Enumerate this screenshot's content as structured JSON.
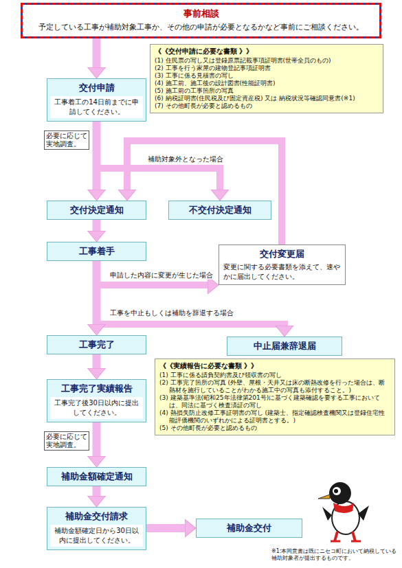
{
  "diagram": {
    "nodes": [
      {
        "text": [
          "事前相談",
          "予定している工事が補助対象工事か、その他の申請が必要となるかなど事前にご相談ください。"
        ]
      },
      {
        "text": [
          "交付申請",
          "工事着工の14日前までに申請してください。"
        ]
      },
      {
        "text": [
          "《《交付申請に必要な書類 》》",
          "(1) 住民票の写し又は登録原票記載事項証明書(世帯全員のもの)",
          "(2) 工事を行う家屋の建物登記事項証明書",
          "(3) 工事に係る見積書の写し",
          "(4) 施工前、施工後の設計図書(性能証明書)",
          "(5) 施工前の工事箇所の写真",
          "(6) 納税証明書(住民税及び固定資産税) 又は 納税状況等確認同意書(※1)",
          "(7) その他町長が必要と認めるもの"
        ]
      },
      {
        "text": [
          "交付決定通知"
        ]
      },
      {
        "text": [
          "不交付決定通知"
        ]
      },
      {
        "text": [
          "工事着手"
        ]
      },
      {
        "text": [
          "交付変更届",
          "変更に関する必要書類を添えて、速やかに届出してください。"
        ]
      },
      {
        "text": [
          "工事完了"
        ]
      },
      {
        "text": [
          "中止届兼辞退届"
        ]
      },
      {
        "text": [
          "工事完了実績報告",
          "工事完了後30日以内に提出してください。"
        ]
      },
      {
        "text": [
          "《《実績報告に必要な書類 》》",
          "(1) 工事に係る請負契約書及び領収書の写し",
          "(2) 工事完了箇所の写真 (外壁、屋根・天井又は床の断熱改修を行った場合は、断熱材を施行していることがわかる施工中の写真も添付すること。)",
          "(3) 建築基準法(昭和25年法律第201号)に基づく建築確認を要する工事においては、同法に基づく検査済証の写し",
          "(4) 熱損失防止改修工事証明書の写し (建築士、指定確認検査機関又は登録住宅性能評価機関のいずれかによる証明書とする。)",
          "(5) その他町長が必要と認めるもの"
        ]
      },
      {
        "text": [
          "補助金額確定通知"
        ]
      },
      {
        "text": [
          "補助金交付請求",
          "補助金額確定日から30日以内に提出してください。"
        ]
      },
      {
        "text": [
          "補助金交付"
        ]
      }
    ],
    "edges": [
      {
        "from": 0,
        "to": 1,
        "arrow": "to"
      },
      {
        "from": 1,
        "to": 3,
        "arrow": "to"
      },
      {
        "from": 1,
        "to": 4,
        "label": "補助対象外となった場合",
        "arrow": "to"
      },
      {
        "from": 6,
        "to": 3,
        "arrow": "to"
      },
      {
        "from": 3,
        "to": 5,
        "arrow": "to"
      },
      {
        "from": 5,
        "to": 6,
        "label": "申請した内容に変更が生じた場合",
        "arrow": "to"
      },
      {
        "from": 5,
        "to": 8,
        "label": "工事を中止もしくは補助を辞退する場合",
        "arrow": "to"
      },
      {
        "from": 5,
        "to": 7,
        "arrow": "to"
      },
      {
        "from": 7,
        "to": 9,
        "arrow": "to"
      },
      {
        "from": 9,
        "to": 11,
        "arrow": "to"
      },
      {
        "from": 11,
        "to": 12,
        "arrow": "to"
      },
      {
        "from": 12,
        "to": 13,
        "arrow": "to"
      }
    ],
    "labels": [
      "必要に応じて実地調査。",
      "必要に応じて実地調査。",
      "※1:本同意書は既にニセコ町において納税している補助対象者が提出するものです。"
    ]
  }
}
